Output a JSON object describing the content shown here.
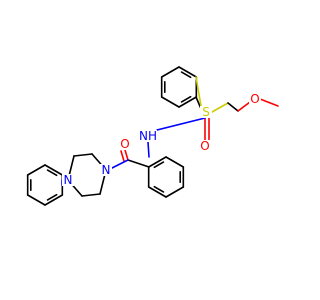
{
  "atom_labels": {
    "nh": "NH",
    "carbonyl_o_top": "O",
    "carbonyl_o_amide": "O",
    "thioether_s": "S",
    "ether_o": "O",
    "piperazine_n_acyl": "N",
    "piperazine_n_phenyl": "N"
  },
  "element_colors": {
    "carbon": "#000000",
    "nitrogen": "#0000ff",
    "oxygen": "#ff0000",
    "sulfur": "#cccc00"
  }
}
